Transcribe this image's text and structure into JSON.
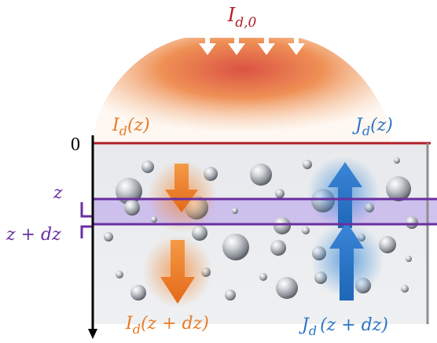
{
  "incident_label": {
    "base": "I",
    "sub": "d,0"
  },
  "down_top_label": {
    "base": "I",
    "sub": "d",
    "arg": "(z)"
  },
  "up_top_label": {
    "base": "J",
    "sub": "d",
    "arg": "(z)"
  },
  "down_bottom_label": {
    "base": "I",
    "sub": "d",
    "arg": "(z + dz)"
  },
  "up_bottom_label": {
    "base": "J",
    "sub": "d",
    "arg": "(z + dz)"
  },
  "depth_origin": "0",
  "slab_top_label": "z",
  "slab_bottom_label": "z + dz",
  "colors": {
    "incident": "#b01e2a",
    "down_flux": "#e87a24",
    "up_flux": "#2a74c4",
    "slab": "#6a2fa0",
    "surface_line": "#b01e2a"
  },
  "icons": [
    "white-down-arrow-icon",
    "orange-down-arrow-icon",
    "blue-up-arrow-icon",
    "depth-axis-arrow-icon"
  ]
}
